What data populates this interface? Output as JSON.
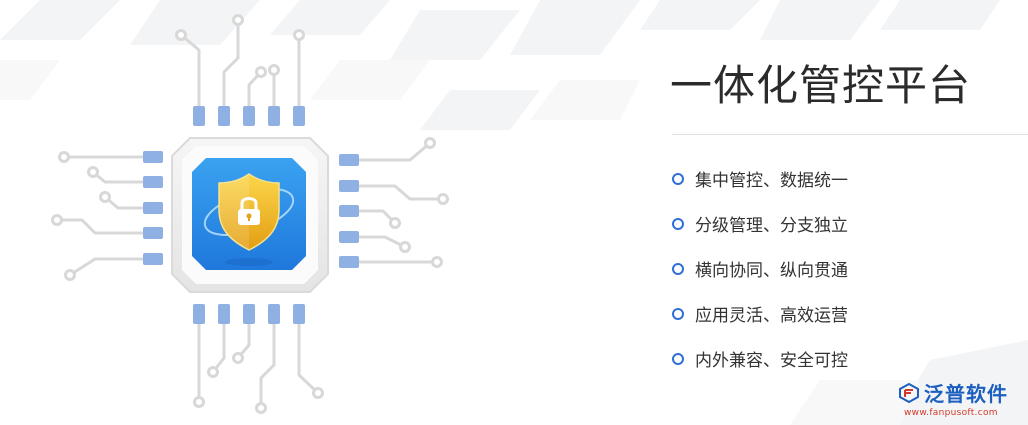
{
  "title": "一体化管控平台",
  "features": [
    {
      "label": "集中管控、数据统一"
    },
    {
      "label": "分级管理、分支独立"
    },
    {
      "label": "横向协同、纵向贯通"
    },
    {
      "label": "应用灵活、高效运营"
    },
    {
      "label": "内外兼容、安全可控"
    }
  ],
  "brand": {
    "name": "泛普软件",
    "url": "www.fanpusoft.com"
  },
  "colors": {
    "accent": "#2f6fd6",
    "pin": "#8fb0e2",
    "chip_blue": "#2f8ee6",
    "shield_gold": "#f3b928",
    "brand_blue": "#1d5fbf",
    "brand_red": "#d23a2a"
  },
  "icons": {
    "bullet": "circle-outline-icon",
    "chip": "chip-icon",
    "shield": "shield-lock-icon",
    "brand_logo": "fanpu-logo-icon"
  }
}
